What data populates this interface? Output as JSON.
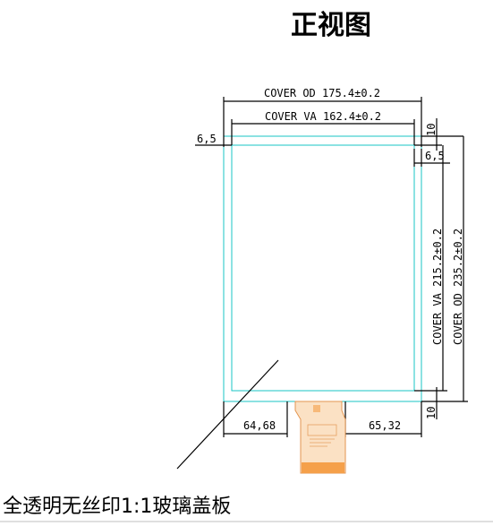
{
  "title": "正视图",
  "dimensions": {
    "cover_od_width": "COVER OD 175.4±0.2",
    "cover_va_width": "COVER VA 162.4±0.2",
    "cover_va_height": "COVER VA 215.2±0.2",
    "cover_od_height": "COVER OD 235.2±0.2",
    "left_margin": "6,5",
    "right_margin": "6,5",
    "top_margin": "10",
    "bottom_margin": "10",
    "fpc_left_offset": "64,68",
    "fpc_right_offset": "65,32"
  },
  "caption": "全透明无丝印1:1玻璃盖板",
  "colors": {
    "outline": "#000000",
    "viewing_area": "#19c6c6",
    "fpc": "#f5a04a"
  }
}
